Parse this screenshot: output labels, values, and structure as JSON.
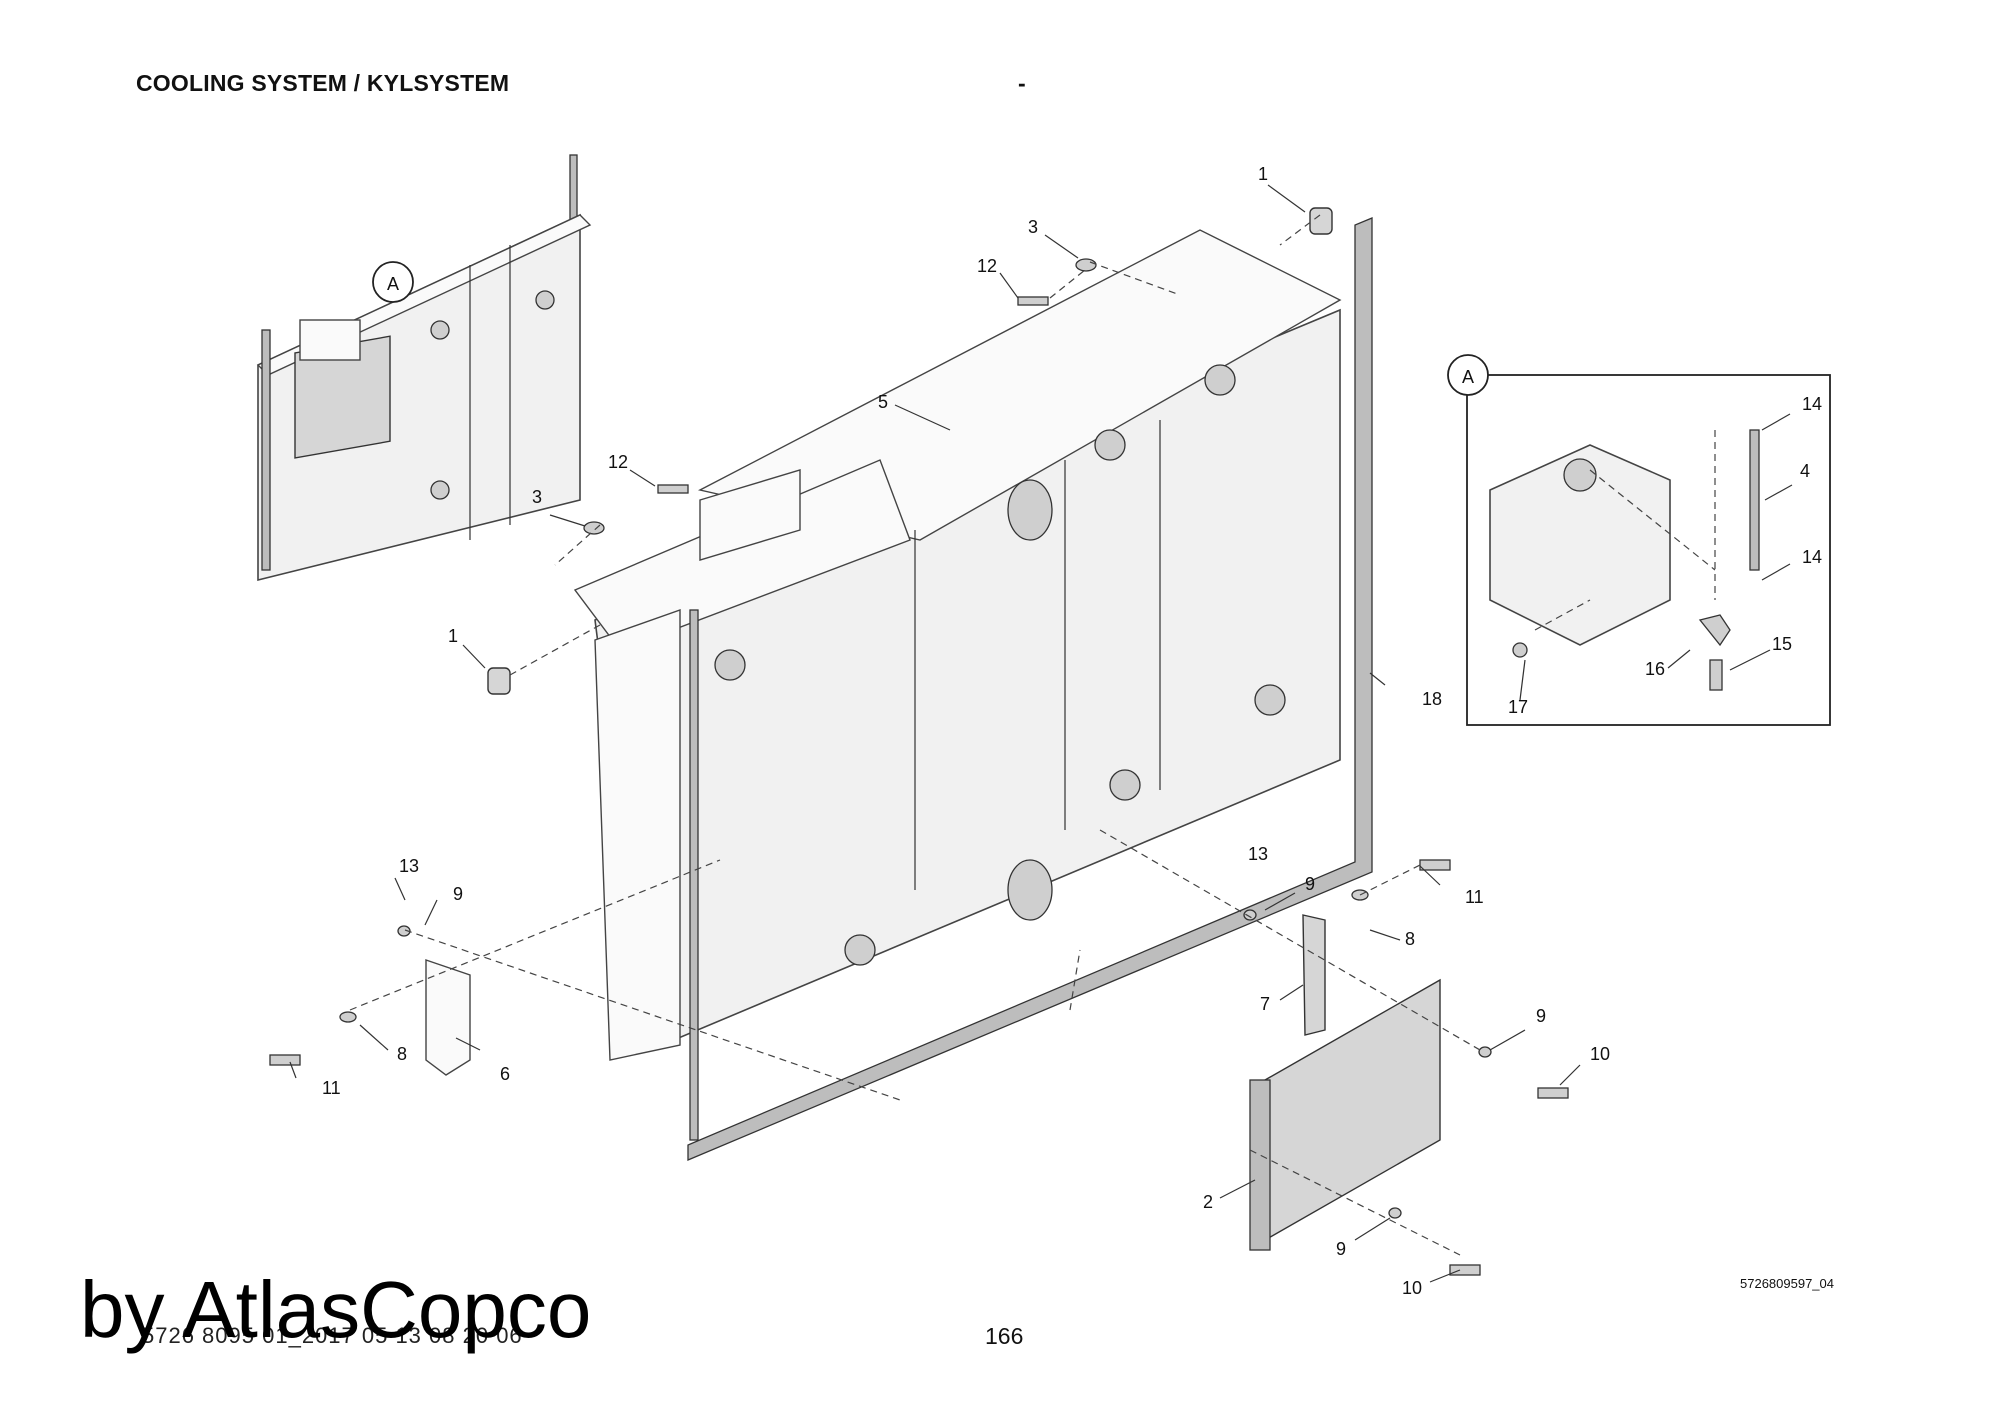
{
  "header": {
    "title": "COOLING SYSTEM / KYLSYSTEM",
    "dash": "-"
  },
  "footer": {
    "page_number": "166",
    "doc_id": "5726 8095 01_2017 05 13 08 20 06",
    "watermark": "by AtlasCopco",
    "drawing_number": "5726809597_04"
  },
  "detail": {
    "marker": "A"
  },
  "callouts": [
    "1",
    "3",
    "12",
    "5",
    "12",
    "3",
    "1",
    "18",
    "14",
    "4",
    "14",
    "15",
    "16",
    "17",
    "13",
    "9",
    "11",
    "8",
    "7",
    "13",
    "9",
    "8",
    "6",
    "11",
    "9",
    "10",
    "2",
    "9",
    "10"
  ]
}
